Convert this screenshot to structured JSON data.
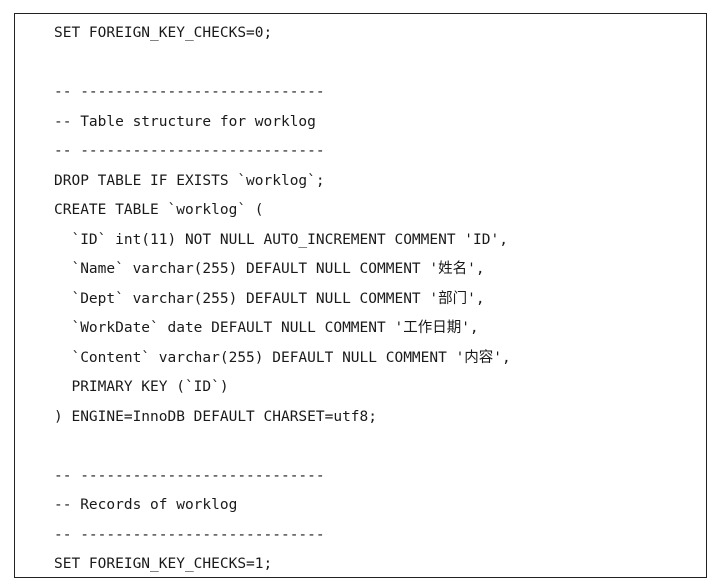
{
  "code": {
    "lines": [
      "SET FOREIGN_KEY_CHECKS=0;",
      "",
      "-- ----------------------------",
      "-- Table structure for worklog",
      "-- ----------------------------",
      "DROP TABLE IF EXISTS `worklog`;",
      "CREATE TABLE `worklog` (",
      "  `ID` int(11) NOT NULL AUTO_INCREMENT COMMENT 'ID',",
      "  `Name` varchar(255) DEFAULT NULL COMMENT '姓名',",
      "  `Dept` varchar(255) DEFAULT NULL COMMENT '部门',",
      "  `WorkDate` date DEFAULT NULL COMMENT '工作日期',",
      "  `Content` varchar(255) DEFAULT NULL COMMENT '内容',",
      "  PRIMARY KEY (`ID`)",
      ") ENGINE=InnoDB DEFAULT CHARSET=utf8;",
      "",
      "-- ----------------------------",
      "-- Records of worklog",
      "-- ----------------------------",
      "SET FOREIGN_KEY_CHECKS=1;"
    ]
  }
}
